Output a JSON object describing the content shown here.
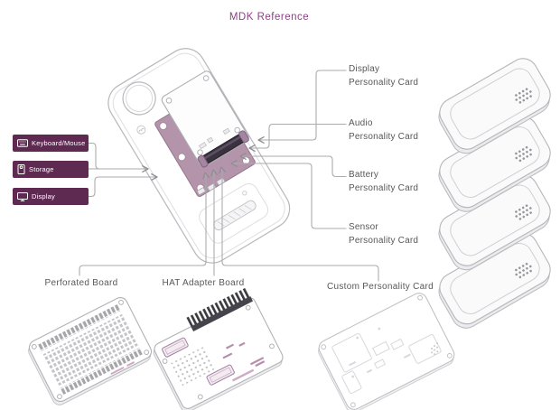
{
  "title": "MDK Reference",
  "left_badges": [
    {
      "label": "Keyboard/Mouse",
      "icon": "keyboard-icon"
    },
    {
      "label": "Storage",
      "icon": "storage-icon"
    },
    {
      "label": "Display",
      "icon": "display-icon"
    }
  ],
  "right_labels": [
    {
      "name": "Display",
      "type": "Personality Card"
    },
    {
      "name": "Audio",
      "type": "Personality Card"
    },
    {
      "name": "Battery",
      "type": "Personality Card"
    },
    {
      "name": "Sensor",
      "type": "Personality Card"
    }
  ],
  "bottom_labels": {
    "perforated": "Perforated Board",
    "hat": "HAT Adapter Board",
    "custom": "Custom Personality Card"
  },
  "stack": {
    "card_count": 4
  },
  "colors": {
    "title_purple": "#8C4183",
    "badge_purple": "#5E2A52",
    "board_mauve": "#B394AB",
    "leader_gray": "#ABABAB",
    "label_gray": "#57585B"
  }
}
